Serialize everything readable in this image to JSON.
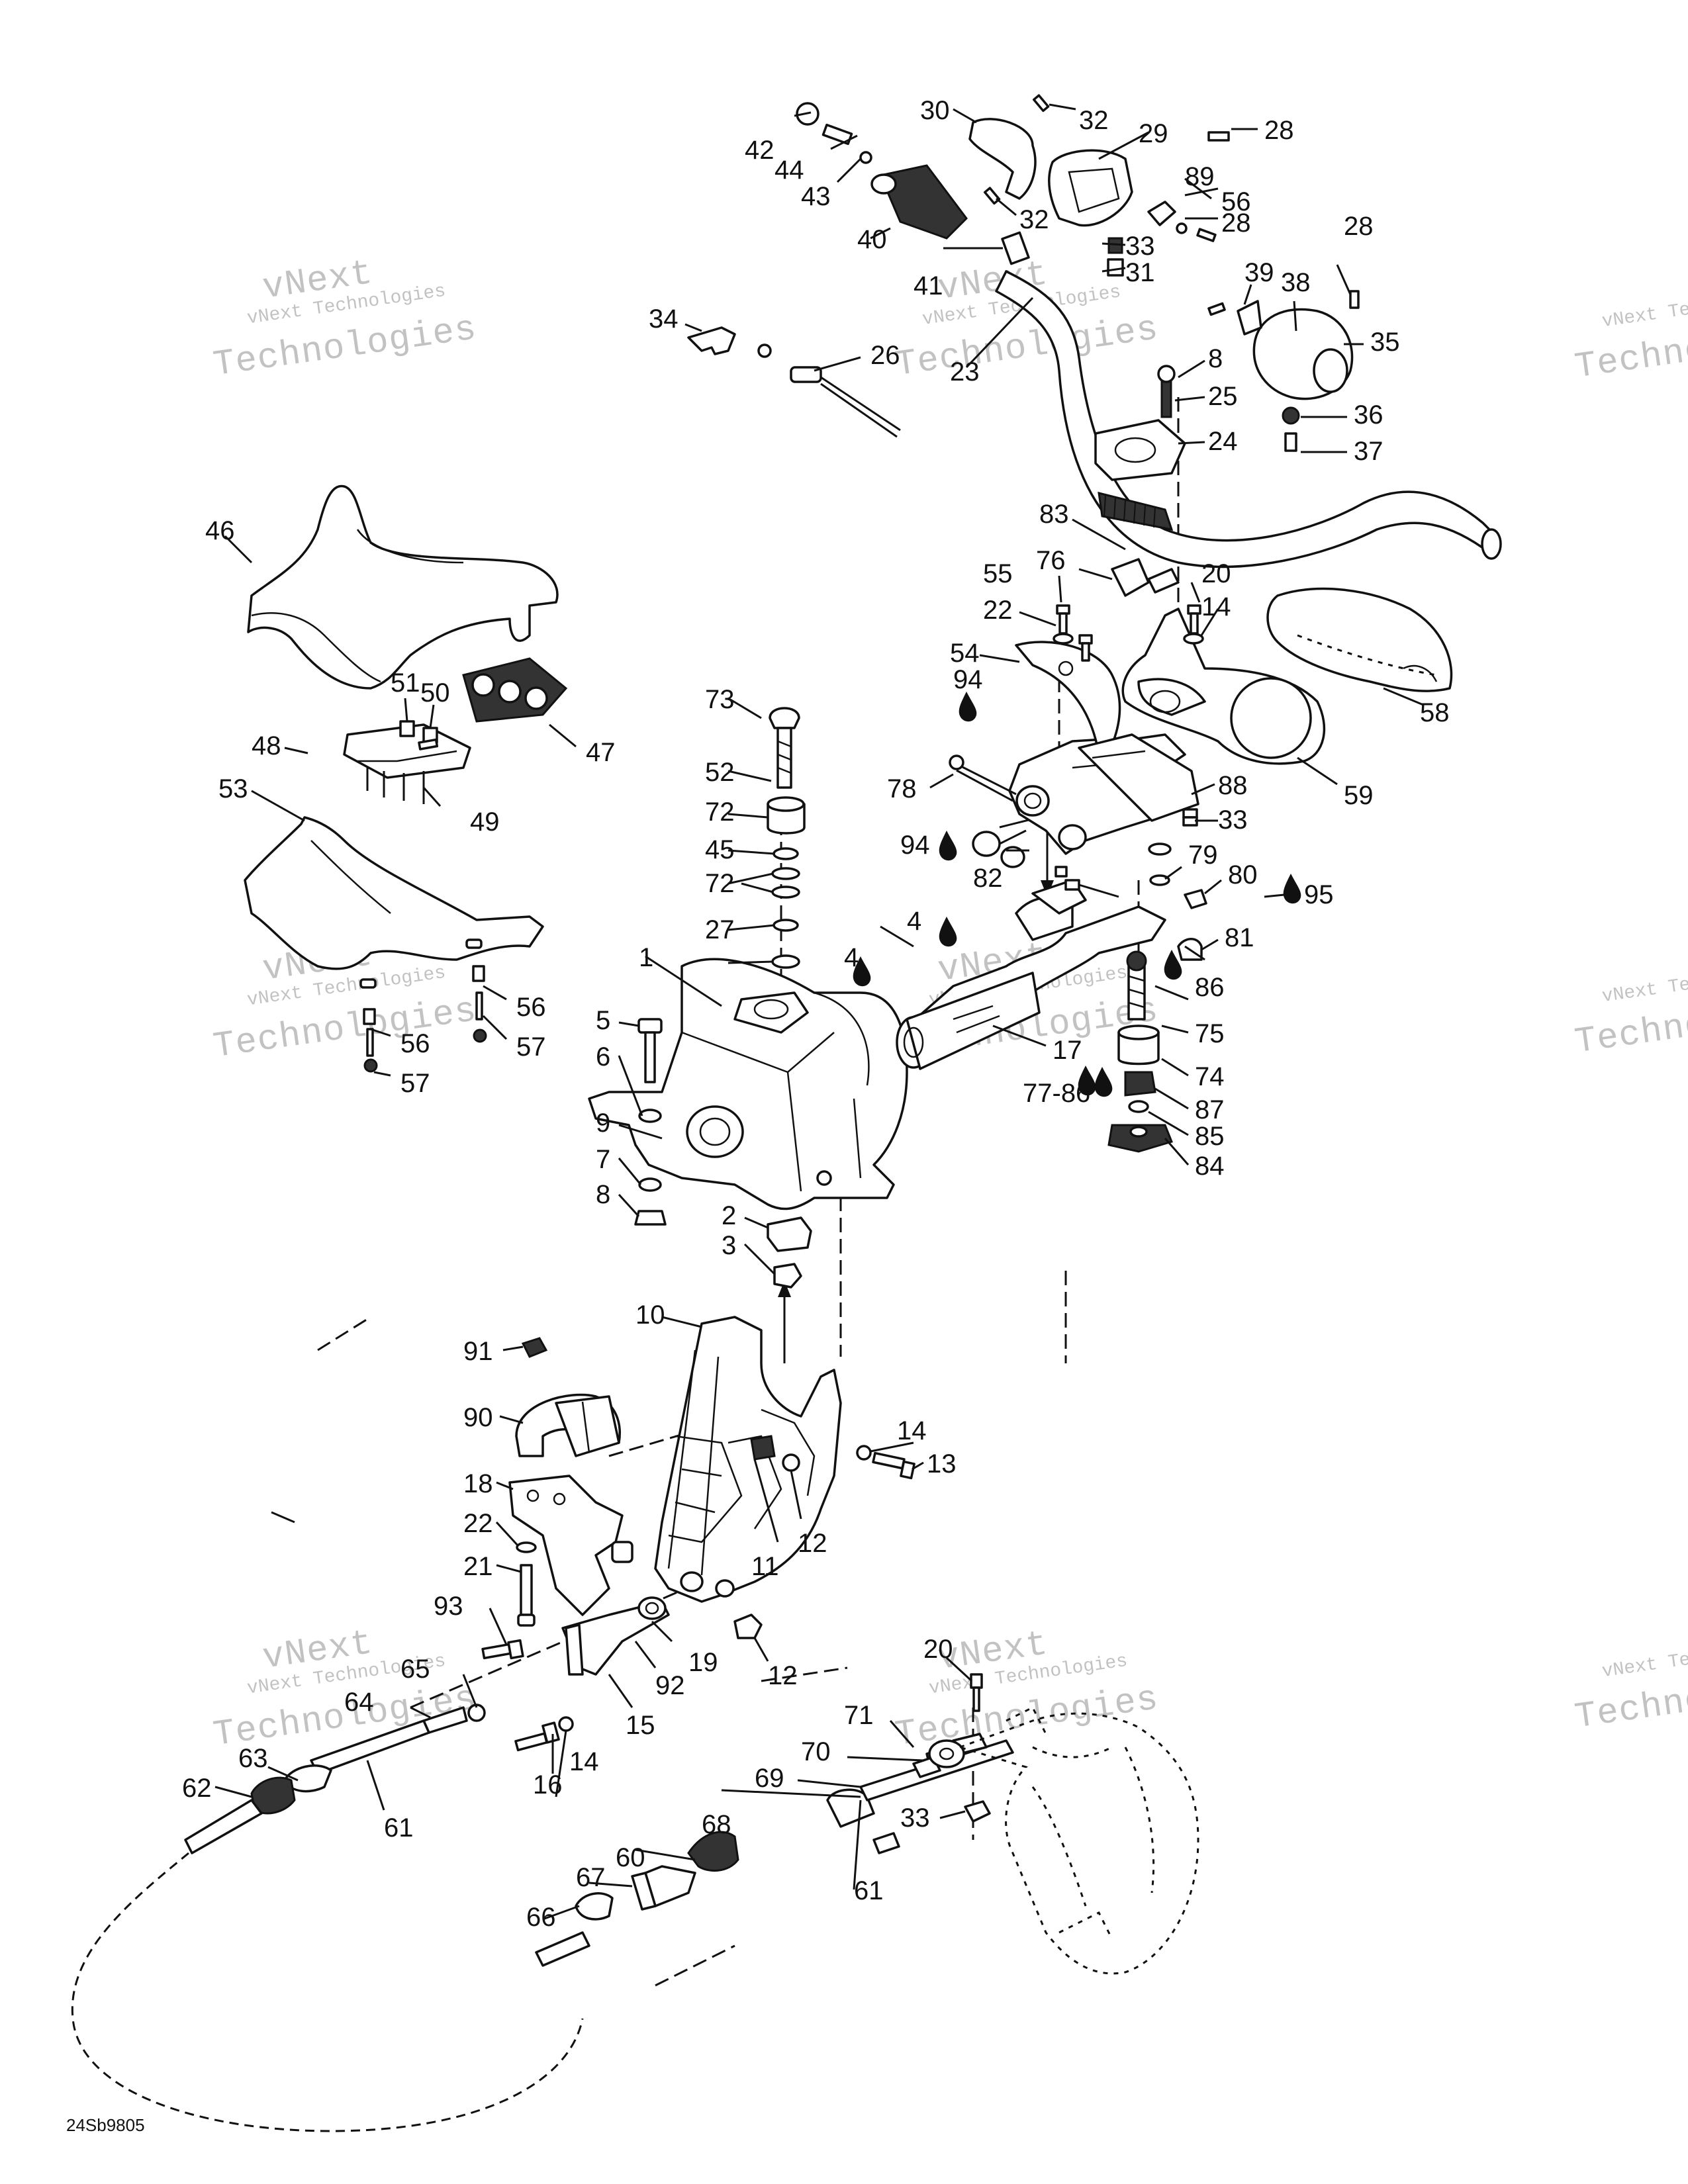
{
  "diagram": {
    "reference_code": "24Sb9805",
    "watermark": {
      "brand_line": "vNext Technologies",
      "word_line": "Technologies",
      "small_word": "vNext"
    },
    "part_numbers": [
      "1",
      "2",
      "3",
      "4",
      "5",
      "6",
      "7",
      "8",
      "9",
      "10",
      "11",
      "12",
      "13",
      "14",
      "15",
      "16",
      "17",
      "18",
      "19",
      "20",
      "21",
      "22",
      "23",
      "24",
      "25",
      "26",
      "27",
      "28",
      "29",
      "30",
      "31",
      "32",
      "33",
      "34",
      "35",
      "36",
      "37",
      "38",
      "39",
      "40",
      "41",
      "42",
      "43",
      "44",
      "45",
      "46",
      "47",
      "48",
      "49",
      "50",
      "51",
      "52",
      "53",
      "54",
      "55",
      "56",
      "57",
      "58",
      "59",
      "60",
      "61",
      "62",
      "63",
      "64",
      "65",
      "66",
      "67",
      "68",
      "69",
      "70",
      "71",
      "72",
      "73",
      "74",
      "75",
      "76",
      "77-86",
      "78",
      "79",
      "80",
      "81",
      "82",
      "83",
      "84",
      "85",
      "86",
      "87",
      "88",
      "89",
      "90",
      "91",
      "92",
      "93",
      "94",
      "95"
    ]
  }
}
